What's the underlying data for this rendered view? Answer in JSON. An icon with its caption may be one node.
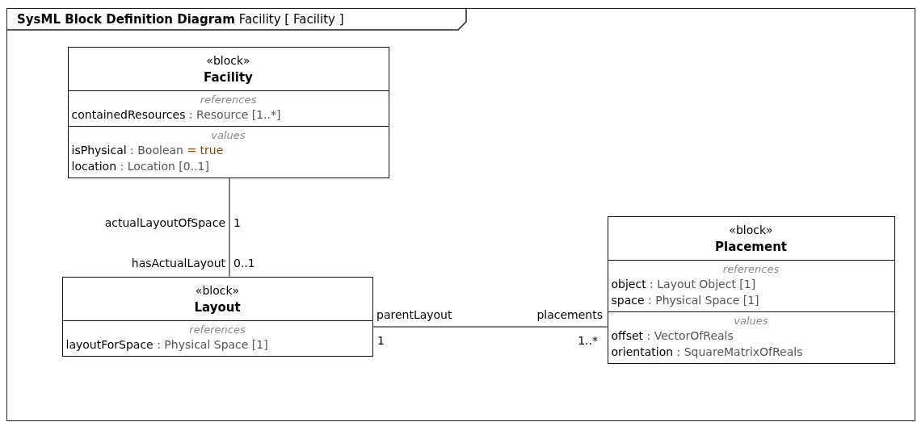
{
  "diagram": {
    "nodes": [
      {
        "text": [
          "**SysML Block Definition Diagram** Facility [ Facility ]"
        ]
      },
      {
        "text": [
          "«block»",
          "Facility",
          "references",
          "containedResources : Resource [1..*]",
          "values",
          "isPhysical : Boolean = true",
          "location : Location [0..1]"
        ],
        "in": 0
      },
      {
        "text": [
          "«block»",
          "Layout",
          "references",
          "layoutForSpace : Physical Space [1]"
        ],
        "in": 0
      },
      {
        "text": [
          "«block»",
          "Placement",
          "references",
          "object : Layout Object [1]",
          "space : Physical Space [1]",
          "values",
          "offset : VectorOfReals",
          "orientation : SquareMatrixOfReals"
        ],
        "in": 0
      }
    ],
    "edges": [
      {
        "from": 1,
        "to": 2,
        "arrow": "none"
      },
      {
        "from": 2,
        "to": 3,
        "arrow": "none"
      }
    ],
    "labels": [
      "actualLayoutOfSpace",
      "1",
      "hasActualLayout",
      "0..1",
      "parentLayout",
      "placements",
      "1",
      "1..*"
    ]
  }
}
